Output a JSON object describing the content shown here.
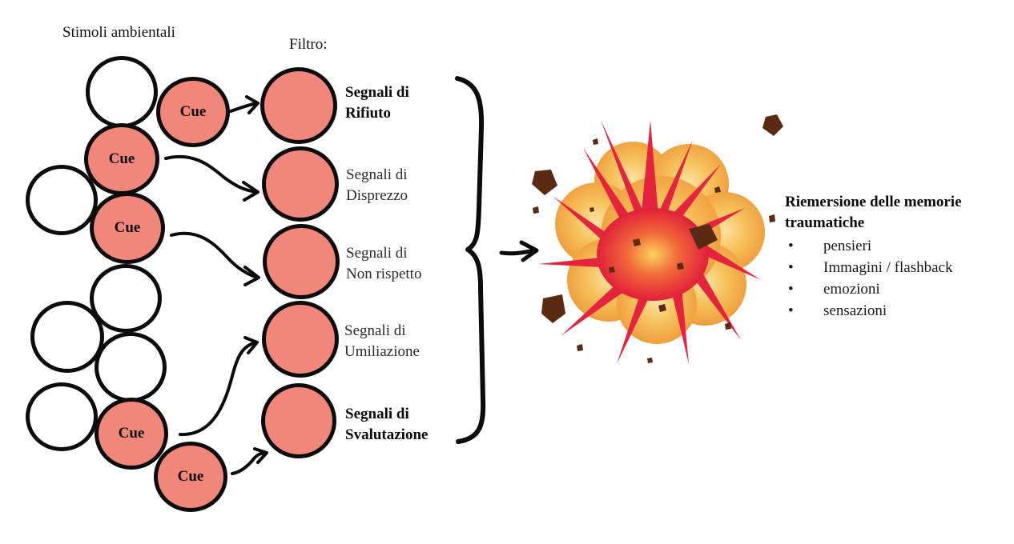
{
  "stimuli_title": "Stimoli ambientali",
  "filter_title": "Filtro:",
  "cue_label": "Cue",
  "signals": [
    {
      "line1": "Segnali di",
      "line2": "Rifiuto"
    },
    {
      "line1": "Segnali di",
      "line2": "Disprezzo"
    },
    {
      "line1": "Segnali di",
      "line2": "Non rispetto"
    },
    {
      "line1": "Segnali di",
      "line2": "Umiliazione"
    },
    {
      "line1": "Segnali di",
      "line2": "Svalutazione"
    }
  ],
  "outcome": {
    "title": "Riemersione delle memorie traumatiche",
    "items": [
      "pensieri",
      "Immagini / flashback",
      "emozioni",
      "sensazioni"
    ]
  },
  "colors": {
    "cue_fill": "#f1867a",
    "outline": "#0c0c0c",
    "explosion_core": "#e8213a",
    "explosion_glow": "#f6b44a",
    "debris": "#5a2a12"
  }
}
